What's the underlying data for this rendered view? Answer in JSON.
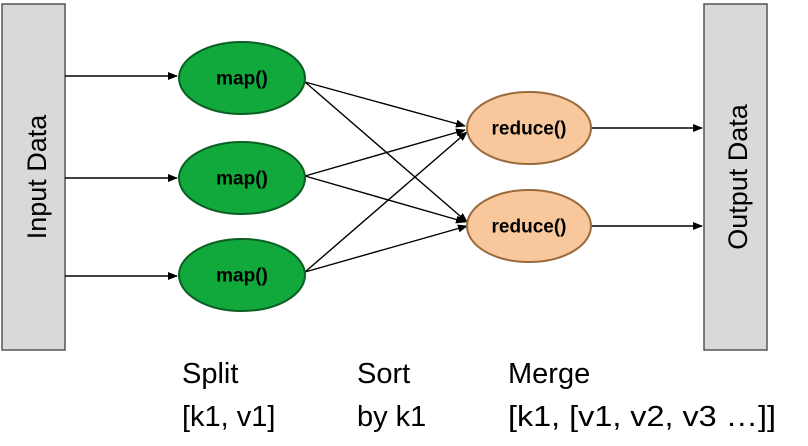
{
  "colors": {
    "data_block_fill": "#d9d9d9",
    "data_block_stroke": "#555555",
    "map_fill": "#11a83c",
    "map_stroke": "#0b5f22",
    "reduce_fill": "#f8c89c",
    "reduce_stroke": "#9a6a3c",
    "edge": "#000000"
  },
  "input_block": {
    "label": "Input Data"
  },
  "output_block": {
    "label": "Output Data"
  },
  "map_nodes": [
    {
      "label": "map()"
    },
    {
      "label": "map()"
    },
    {
      "label": "map()"
    }
  ],
  "reduce_nodes": [
    {
      "label": "reduce()"
    },
    {
      "label": "reduce()"
    }
  ],
  "captions": {
    "split": {
      "title": "Split",
      "detail": "[k1, v1]"
    },
    "sort": {
      "title": "Sort",
      "detail": "by k1"
    },
    "merge": {
      "title": "Merge",
      "detail": "[k1, [v1, v2, v3 …]]"
    }
  }
}
